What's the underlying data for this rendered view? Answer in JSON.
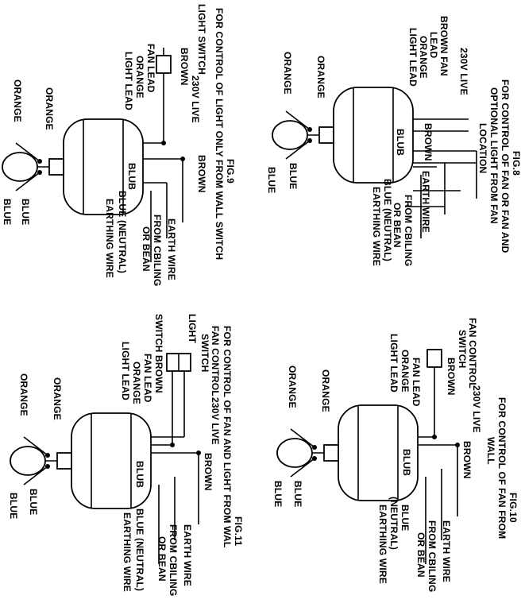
{
  "figures": [
    {
      "id": "fig8",
      "caption_lines": [
        "FIG.8",
        "FOR CONTROL OF FAN OR FAN AND",
        "OPTIONAL LIGHT FROM FAN",
        "LOCATION"
      ],
      "labels": {
        "live": "230V LIVE",
        "brown_fan_lead": "BROWN FAN",
        "lead": "LEAD",
        "orange_light_lead": "ORANGE",
        "light_lead": "LIGHT LEAD",
        "brown": "BROWN",
        "blue_junction": "BLUB",
        "earth_wire": "EARTH WIRE",
        "from_ceiling": "FROM CBILING",
        "or_beam": "OR BEAN",
        "blue_neutral": "BLUE (NEUTRAL)",
        "earthing_wire": "EARTHING WIRE",
        "orange_a": "ORANGE",
        "orange_b": "ORANGE",
        "blue_a": "BLUE",
        "blue_b": "BLUE"
      }
    },
    {
      "id": "fig9",
      "caption_lines": [
        "FIG.9",
        "FOR CONTROL OF LIGHT ONLY FROM WALL SWITCH"
      ],
      "labels": {
        "light_switch": "LIGHT SWITCH",
        "live": "230V LIVE",
        "brown_top": "BROWN",
        "fan_lead": "FAN LEAD",
        "orange_light_lead": "ORANGE",
        "light_lead": "LIGHT LEAD",
        "brown": "BROWN",
        "blue_junction": "BLUB",
        "earth_wire": "EARTH WIRE",
        "from_ceiling": "FROM CBILING",
        "or_beam": "OR BEAN",
        "blue_neutral": "BLUE (NEUTRAL)",
        "earthing_wire": "EARTHING WIRE",
        "orange_a": "ORANGE",
        "orange_b": "ORANGE",
        "blue_a": "BLUE",
        "blue_b": "BLUE"
      }
    },
    {
      "id": "fig10",
      "caption_lines": [
        "FIG.10",
        "FOR CONTROL OF FAN FROM",
        "WALL"
      ],
      "labels": {
        "fan_control_switch": "FAN CONTROL",
        "switch": "SWITCH",
        "live": "230V LIVE",
        "brown_top": "BROWN",
        "fan_lead": "FAN LEAD",
        "orange_light_lead": "ORANGE",
        "light_lead": "LIGHT LEAD",
        "brown": "BROWN",
        "blue_junction": "BLUB",
        "earth_wire": "EARTH WIRE",
        "from_ceiling": "FROM CBILING",
        "or_beam": "OR BEAN",
        "blue_neutral": "BLUE",
        "neutral": "(NEUTRAL)",
        "earthing_wire": "EARTHING WIRE",
        "orange_a": "ORANGE",
        "orange_b": "ORANGE",
        "blue_a": "BLUE",
        "blue_b": "BLUE"
      }
    },
    {
      "id": "fig11",
      "caption_lines": [
        "FIG.11",
        "FOR CONTROL OF FAN AND LIGHT FROM WAL"
      ],
      "labels": {
        "fan_control": "FAN CONTROL",
        "live": "230V LIVE",
        "switch": "SWITCH",
        "light": "LIGHT",
        "switch_brown": "SWITCH BROWN",
        "fan_lead": "FAN LEAD",
        "orange_light_lead": "ORANGE",
        "light_lead": "LIGHT LEAD",
        "brown": "BROWN",
        "blue_junction": "BLUB",
        "earth_wire": "EARTH WIRE",
        "from_ceiling": "FROM CBILING",
        "or_beam": "OR BEAN",
        "blue_neutral": "BLUE (NEUTRAL)",
        "earthing_wire": "EARTHING WIRE",
        "orange_a": "ORANGE",
        "orange_b": "ORANGE",
        "blue_a": "BLUE",
        "blue_b": "BLUE"
      }
    }
  ]
}
